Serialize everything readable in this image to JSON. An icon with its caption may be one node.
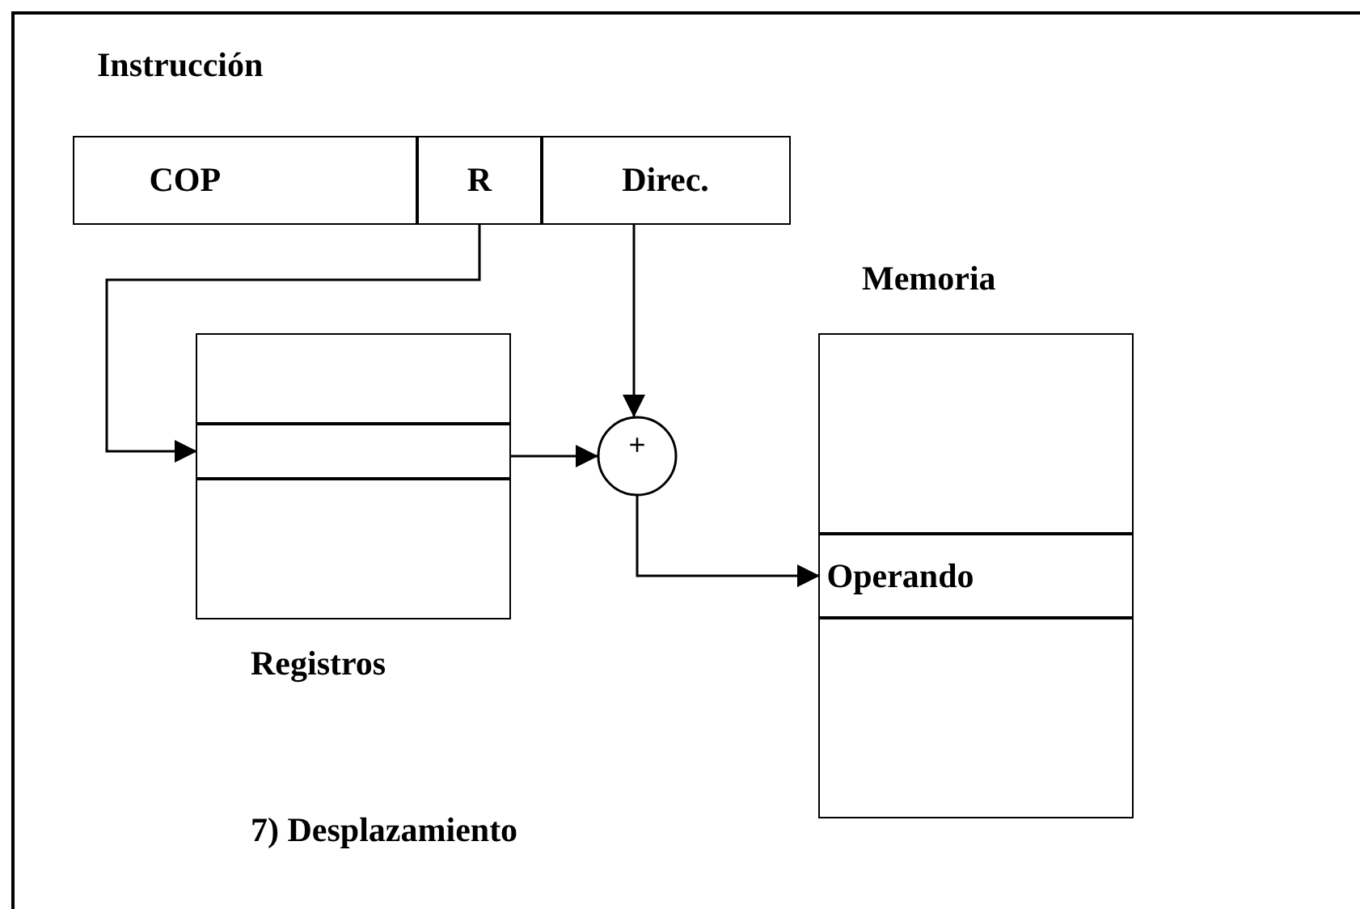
{
  "diagram": {
    "caption": "7) Desplazamiento",
    "nodes": [
      {
        "text": [
          "Instrucción"
        ]
      },
      {
        "text": [
          "COP"
        ],
        "in": 0
      },
      {
        "text": [
          "R"
        ],
        "in": 0
      },
      {
        "text": [
          "Direc."
        ],
        "in": 0
      },
      {
        "text": [
          "Registros"
        ]
      },
      {
        "text": [],
        "shape": "box",
        "in": 4
      },
      {
        "text": [],
        "shape": "box",
        "in": 4
      },
      {
        "text": [],
        "shape": "box",
        "in": 4
      },
      {
        "text": [
          "+"
        ]
      },
      {
        "text": [
          "Memoria"
        ]
      },
      {
        "text": [],
        "shape": "box",
        "in": 9
      },
      {
        "text": [
          "Operando"
        ],
        "in": 9
      },
      {
        "text": [],
        "shape": "box",
        "in": 9
      }
    ],
    "edges": [
      {
        "from": 2,
        "to": 6,
        "arrow": "to"
      },
      {
        "from": 3,
        "to": 8,
        "arrow": "to"
      },
      {
        "from": 6,
        "to": 8,
        "arrow": "to"
      },
      {
        "from": 8,
        "to": 11,
        "arrow": "to"
      }
    ]
  }
}
